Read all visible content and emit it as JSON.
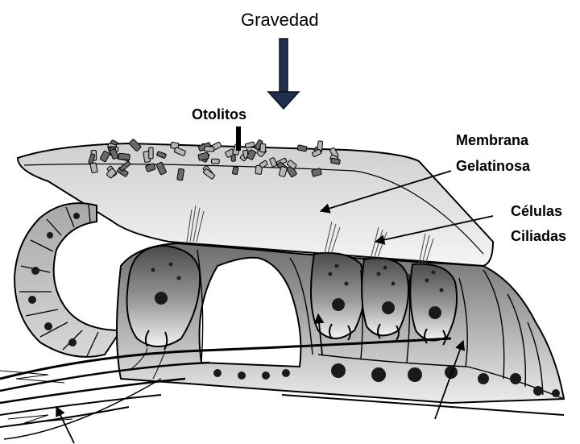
{
  "labels": {
    "gravity": "Gravedad",
    "otoliths": "Otolitos",
    "membrane_line1": "Membrana",
    "membrane_line2": "Gelatinosa",
    "cells_line1": "Células",
    "cells_line2": "Ciliadas"
  },
  "icons": {
    "gravity_arrow": "down-arrow-icon",
    "pointer_arrows": "arrow-icon"
  },
  "colors": {
    "gravity_arrow_fill": "#1f2f4d",
    "ink": "#000000"
  }
}
